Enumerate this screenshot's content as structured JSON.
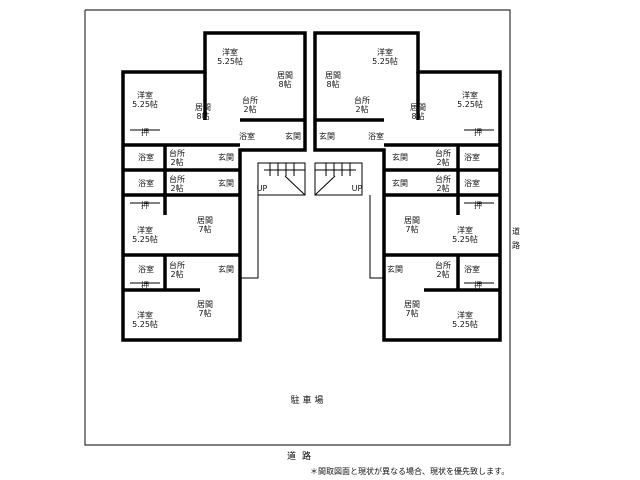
{
  "labels": {
    "western": "洋室",
    "western_size": "5.25帖",
    "living": "居間",
    "living_8": "8帖",
    "living_7": "7帖",
    "kitchen": "台所",
    "kitchen_size": "2帖",
    "bath": "浴室",
    "entrance": "玄関",
    "closet": "押",
    "up": "UP",
    "parking": "駐 車 場",
    "road": "道路",
    "road_right_1": "道",
    "road_right_2": "路"
  },
  "note": "＊間取図面と現状が異なる場合、現状を優先致します。"
}
